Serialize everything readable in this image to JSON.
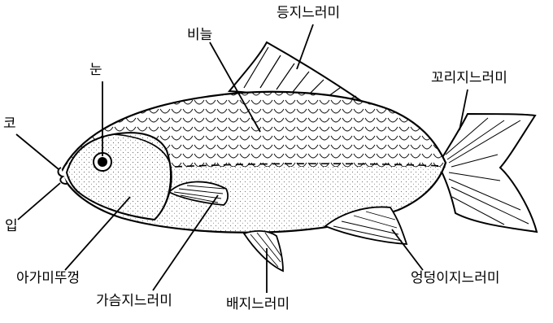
{
  "labels": {
    "dorsal_fin": "등지느러미",
    "scales": "비늘",
    "eye": "눈",
    "tail_fin": "꼬리지느러미",
    "nose": "코",
    "mouth": "입",
    "gill_cover": "아가미뚜껑",
    "pectoral_fin": "가슴지느러미",
    "pelvic_fin": "배지느러미",
    "anal_fin": "엉덩이지느러미"
  },
  "colors": {
    "ink": "#000000",
    "background": "#ffffff"
  }
}
